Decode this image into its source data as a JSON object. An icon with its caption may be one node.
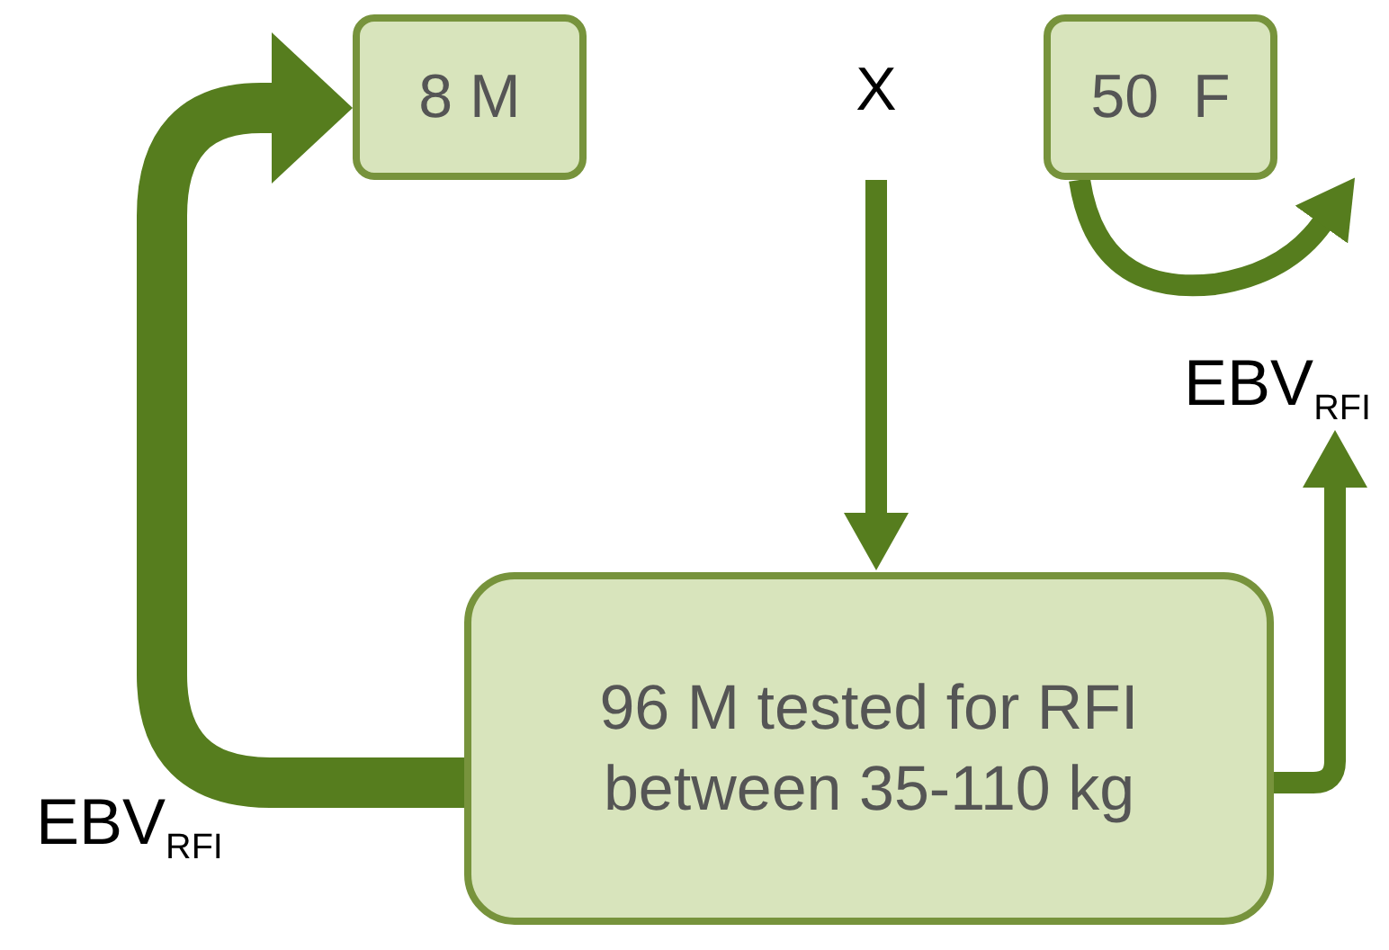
{
  "diagram": {
    "nodes": [
      {
        "text": [
          "8 M"
        ]
      },
      {
        "text": [
          "X"
        ]
      },
      {
        "text": [
          "50  F"
        ]
      },
      {
        "text": [
          "96 M tested for RFI between 35-110 kg"
        ]
      },
      {
        "text": [
          "EBV$_{RFI}$"
        ]
      }
    ],
    "edges": [
      {
        "from": 3,
        "to": 0,
        "arrow": "to",
        "style": "thick",
        "label": "EBV$_{RFI}$"
      },
      {
        "from": 1,
        "to": 3,
        "arrow": "to"
      },
      {
        "from": 3,
        "to": 4,
        "arrow": "to"
      },
      {
        "from": 2,
        "to": 2,
        "arrow": "to"
      }
    ]
  }
}
